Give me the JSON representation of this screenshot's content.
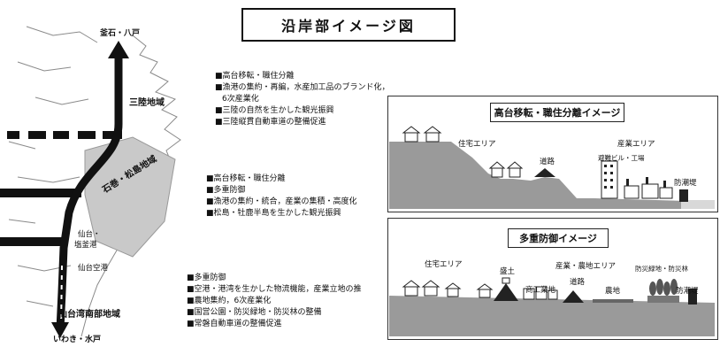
{
  "title": "沿岸部イメージ図",
  "map": {
    "north_label": "釜石・八戸",
    "south_label": "いわき・水戸",
    "region_1": "三陸地域",
    "region_2": "石巻・松島地域",
    "region_3": "仙台湾南部地域",
    "place_1": "仙台・",
    "place_2": "塩釜港",
    "place_3": "仙台空港"
  },
  "bullet_groups": [
    {
      "items": [
        {
          "text": "■高台移転・職住分離",
          "indent": false
        },
        {
          "text": "■漁港の集約・再編，水産加工品のブランド化，",
          "indent": false
        },
        {
          "text": "6次産業化",
          "indent": true
        },
        {
          "text": "■三陸の自然を生かした観光振興",
          "indent": false
        },
        {
          "text": "■三陸縦貫自動車道の整備促進",
          "indent": false
        }
      ]
    },
    {
      "items": [
        {
          "text": "■高台移転・職住分離",
          "indent": false
        },
        {
          "text": "■多重防御",
          "indent": false
        },
        {
          "text": "■漁港の集約・統合，産業の集積・高度化",
          "indent": false
        },
        {
          "text": "■松島・牡鹿半島を生かした観光振興",
          "indent": false
        }
      ]
    },
    {
      "items": [
        {
          "text": "■多重防御",
          "indent": false
        },
        {
          "text": "■空港・港湾を生かした物流機能，産業立地の推",
          "indent": false
        },
        {
          "text": "■農地集約，6次産業化",
          "indent": false
        },
        {
          "text": "■国営公園・防災緑地・防災林の整備",
          "indent": false
        },
        {
          "text": "■常磐自動車道の整備促進",
          "indent": false
        }
      ]
    }
  ],
  "panel_top": {
    "title": "高台移転・職住分離イメージ",
    "labels": [
      "住宅エリア",
      "道路",
      "産業エリア",
      "避難ビル・工場",
      "防潮堤"
    ]
  },
  "panel_bottom": {
    "title": "多重防御イメージ",
    "labels": [
      "住宅エリア",
      "盛土",
      "産業・農地エリア",
      "商工業地",
      "道路",
      "農地",
      "防災緑地・防災林",
      "防潮堤"
    ]
  },
  "colors": {
    "gray_land": "#9a9a9a",
    "dark": "#111111",
    "region_fill": "#c9c9c9",
    "sea_line": "#6a6a6a"
  }
}
